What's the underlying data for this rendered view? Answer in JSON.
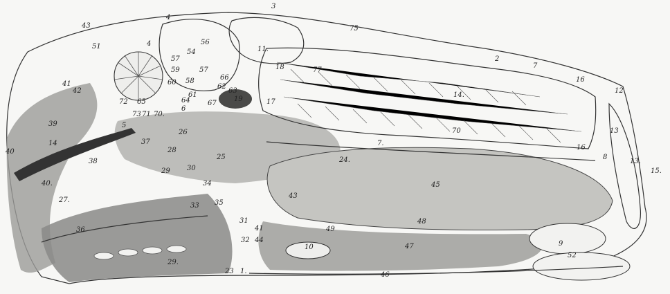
{
  "figure": {
    "labels": [
      {
        "text": "43"
      },
      {
        "text": "4"
      },
      {
        "text": "3"
      },
      {
        "text": "75"
      },
      {
        "text": "2"
      },
      {
        "text": "7"
      },
      {
        "text": "51"
      },
      {
        "text": "4"
      },
      {
        "text": "56"
      },
      {
        "text": "54"
      },
      {
        "text": "11."
      },
      {
        "text": "41"
      },
      {
        "text": "57"
      },
      {
        "text": "59"
      },
      {
        "text": "57"
      },
      {
        "text": "18"
      },
      {
        "text": "77"
      },
      {
        "text": "14."
      },
      {
        "text": "16"
      },
      {
        "text": "12"
      },
      {
        "text": "42"
      },
      {
        "text": "60"
      },
      {
        "text": "58"
      },
      {
        "text": "66"
      },
      {
        "text": "62"
      },
      {
        "text": "63"
      },
      {
        "text": "61"
      },
      {
        "text": "72"
      },
      {
        "text": "65"
      },
      {
        "text": "64"
      },
      {
        "text": "6"
      },
      {
        "text": "67"
      },
      {
        "text": "19"
      },
      {
        "text": "17"
      },
      {
        "text": "39"
      },
      {
        "text": "5"
      },
      {
        "text": "73"
      },
      {
        "text": "71"
      },
      {
        "text": "70."
      },
      {
        "text": "26"
      },
      {
        "text": "70"
      },
      {
        "text": "13"
      },
      {
        "text": "14"
      },
      {
        "text": "37"
      },
      {
        "text": "40"
      },
      {
        "text": "16"
      },
      {
        "text": "7."
      },
      {
        "text": "28"
      },
      {
        "text": "25"
      },
      {
        "text": "24."
      },
      {
        "text": "8"
      },
      {
        "text": "13."
      },
      {
        "text": "15."
      },
      {
        "text": "38"
      },
      {
        "text": "29"
      },
      {
        "text": "30"
      },
      {
        "text": "40."
      },
      {
        "text": "34"
      },
      {
        "text": "45"
      },
      {
        "text": "27."
      },
      {
        "text": "43"
      },
      {
        "text": "35"
      },
      {
        "text": "33"
      },
      {
        "text": "31"
      },
      {
        "text": "41"
      },
      {
        "text": "49"
      },
      {
        "text": "48"
      },
      {
        "text": "36"
      },
      {
        "text": "32"
      },
      {
        "text": "44"
      },
      {
        "text": "9"
      },
      {
        "text": "10"
      },
      {
        "text": "47"
      },
      {
        "text": "29."
      },
      {
        "text": "52"
      },
      {
        "text": "23"
      },
      {
        "text": "1."
      },
      {
        "text": "46"
      }
    ]
  }
}
